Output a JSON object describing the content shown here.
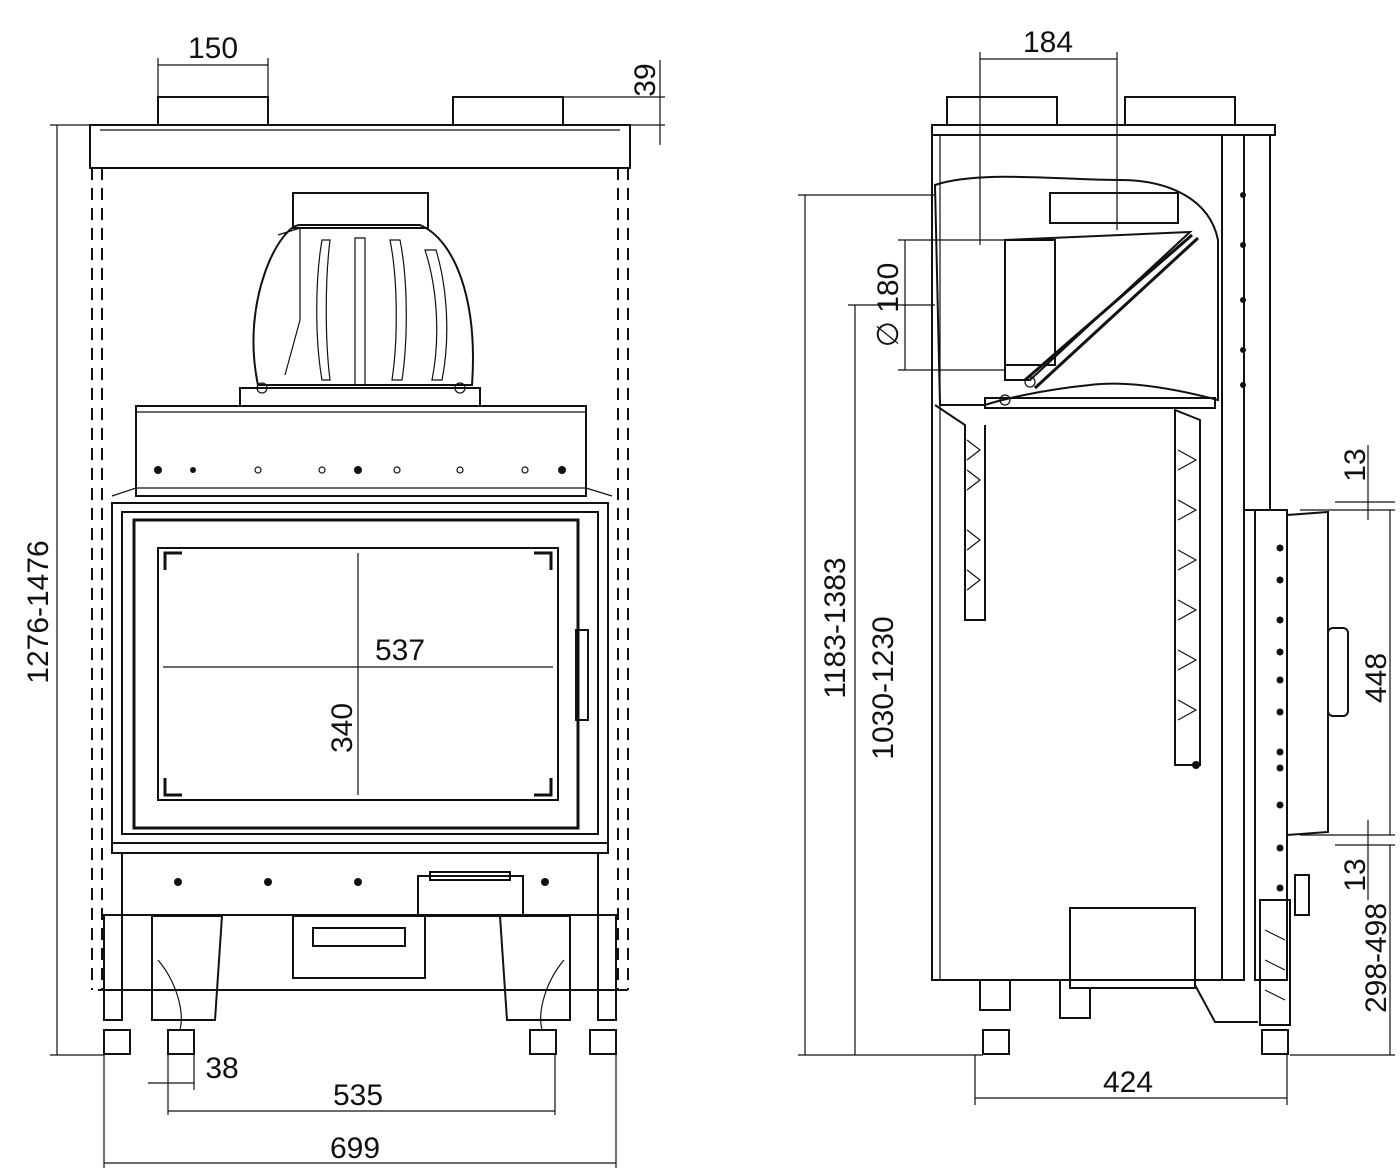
{
  "front_view": {
    "dims": {
      "top_outlet_width": "150",
      "top_outlet_height": "39",
      "total_height": "1276-1476",
      "glass_width": "537",
      "glass_height": "340",
      "leg_width": "38",
      "leg_spacing": "535",
      "total_width": "699"
    }
  },
  "side_view": {
    "dims": {
      "outlet_offset": "184",
      "outlet_diameter": "∅ 180",
      "outlet_height": "1183-1383",
      "axis_height": "1030-1230",
      "door_gap_top": "13",
      "door_height": "448",
      "door_gap_bottom": "13",
      "door_base_height": "298-498",
      "depth": "424"
    }
  }
}
